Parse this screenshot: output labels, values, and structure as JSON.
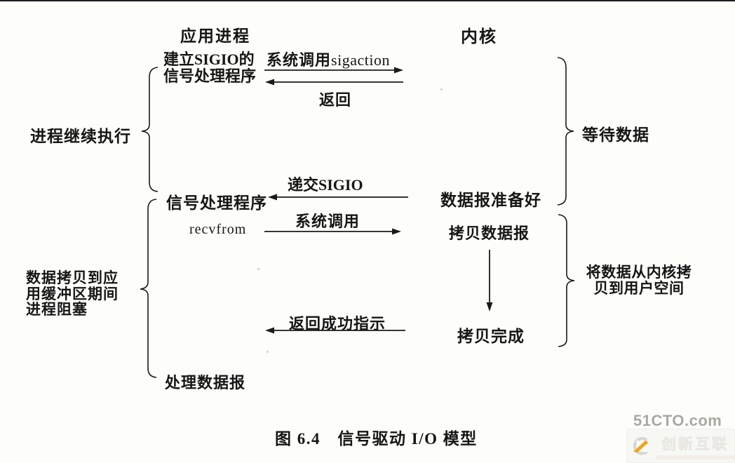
{
  "headers": {
    "app_process": "应用进程",
    "kernel": "内核"
  },
  "nodes": {
    "setup_sigio_line1": "建立SIGIO的",
    "setup_sigio_line2": "信号处理程序",
    "signal_handler": "信号处理程序",
    "recvfrom": "recvfrom",
    "process_datagram": "处理数据报",
    "datagram_ready": "数据报准备好",
    "copy_datagram": "拷贝数据报",
    "copy_complete": "拷贝完成"
  },
  "arrow_labels": {
    "sigaction_cn": "系统调用",
    "sigaction_en": "sigaction",
    "return_top": "返回",
    "deliver_sigio": "递交SIGIO",
    "syscall": "系统调用",
    "return_success": "返回成功指示"
  },
  "side_labels": {
    "left_top": "进程继续执行",
    "left_bottom_line1": "数据拷贝到应",
    "left_bottom_line2": "用缓冲区期间",
    "left_bottom_line3": "进程阻塞",
    "right_top": "等待数据",
    "right_bottom_line1": "将数据从内核拷",
    "right_bottom_line2": "贝到用户空间"
  },
  "caption": "图 6.4　信号驱动 I/O 模型",
  "watermark": {
    "site": "51CTO.com",
    "logo_text": "创新互联"
  },
  "colors": {
    "ink": "#161616",
    "background": "#fdfdfa",
    "watermark_gray": "#a9a9a4",
    "logo_orange": "#f2a31d",
    "logo_ring_gray": "#d8d6d2"
  }
}
